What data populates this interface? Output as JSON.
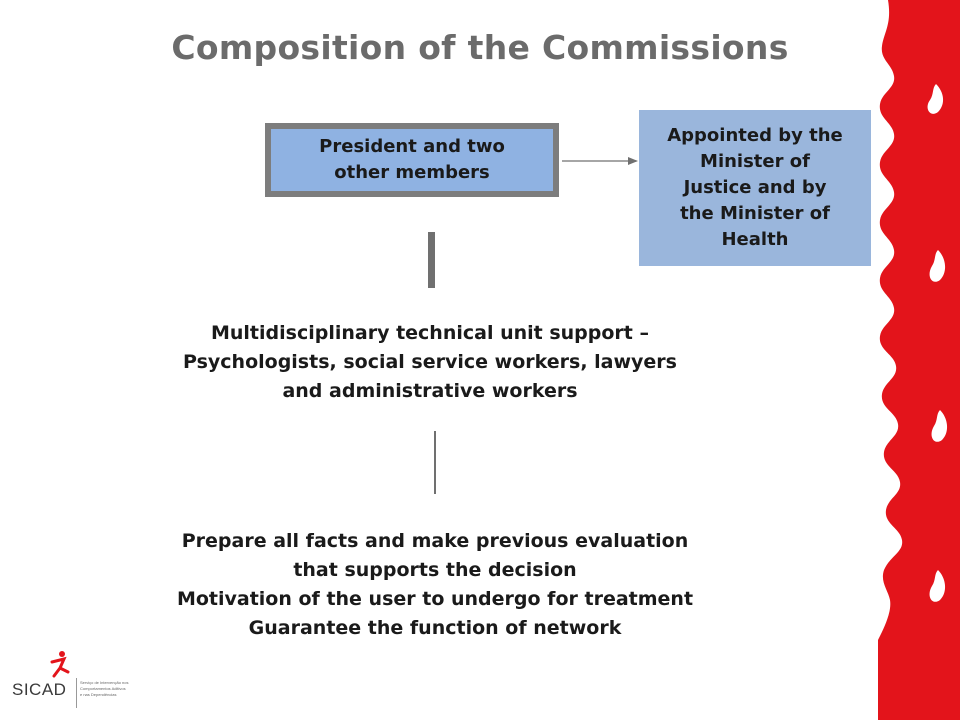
{
  "title": "Composition of the Commissions",
  "president_box": {
    "line1": "President and two",
    "line2": "other members"
  },
  "appointed_box": {
    "lines": [
      "Appointed by the",
      "Minister of",
      "Justice and by",
      "the Minister of",
      "Health"
    ]
  },
  "support": {
    "lines": [
      "Multidisciplinary technical unit support –",
      "Psychologists, social service workers, lawyers",
      "and administrative workers"
    ]
  },
  "tasks": {
    "lines": [
      "Prepare all facts and make previous  evaluation",
      "that supports the decision",
      "Motivation of the user to undergo for treatment",
      "Guarantee the function of network"
    ]
  },
  "logo": {
    "name": "SICAD",
    "tagline": [
      "Serviço de Intervenção nos",
      "Comportamentos Aditivos",
      "e nas Dependências"
    ]
  },
  "colors": {
    "accent_red": "#e3141b",
    "box_blue": "#8fb2e2",
    "box_border": "#7d7d7d",
    "title_gray": "#6b6b6b"
  }
}
